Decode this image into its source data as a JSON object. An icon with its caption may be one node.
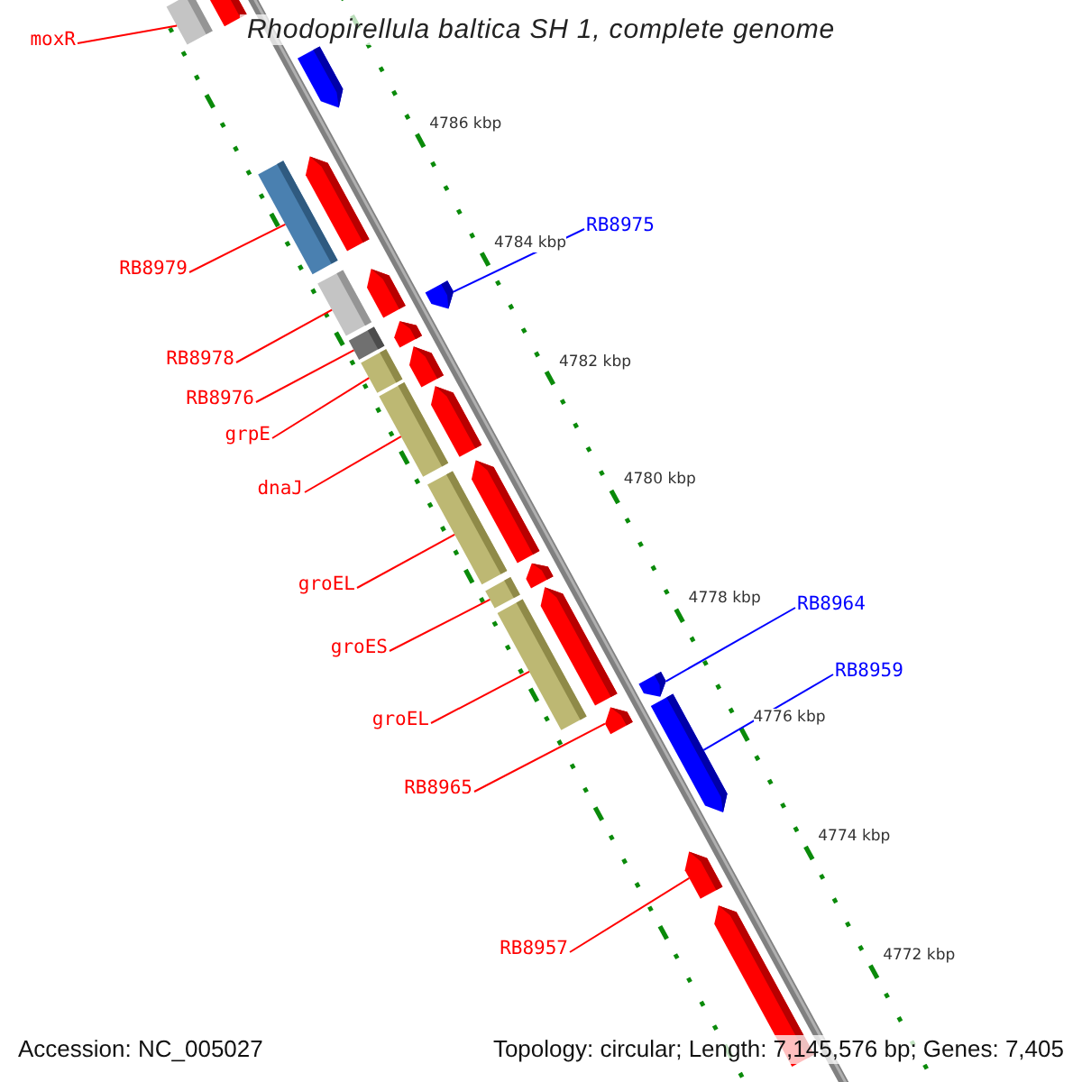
{
  "diagram": {
    "title": "Rhodopirellula baltica SH 1, complete genome",
    "nodes": [
      {
        "text": [],
        "shape": "bar"
      },
      {
        "text": [],
        "shape": "arrow"
      },
      {
        "text": [],
        "shape": "arrow"
      },
      {
        "text": [],
        "shape": "bar"
      },
      {
        "text": [],
        "shape": "arrow"
      },
      {
        "text": [],
        "shape": "arrow"
      },
      {
        "text": [],
        "shape": "bar"
      },
      {
        "text": [],
        "shape": "arrow"
      },
      {
        "text": [],
        "shape": "bar"
      },
      {
        "text": [],
        "shape": "arrow"
      },
      {
        "text": [],
        "shape": "bar"
      },
      {
        "text": [],
        "shape": "arrow"
      },
      {
        "text": [],
        "shape": "bar"
      },
      {
        "text": [],
        "shape": "arrow"
      },
      {
        "text": [],
        "shape": "bar"
      },
      {
        "text": [],
        "shape": "arrow"
      },
      {
        "text": [],
        "shape": "bar"
      },
      {
        "text": [],
        "shape": "arrow"
      },
      {
        "text": [],
        "shape": "bar"
      },
      {
        "text": [],
        "shape": "arrow"
      },
      {
        "text": [],
        "shape": "arrow"
      },
      {
        "text": [],
        "shape": "arrow"
      },
      {
        "text": [],
        "shape": "arrow"
      },
      {
        "text": [],
        "shape": "arrow"
      },
      {
        "text": [],
        "shape": "arrow"
      },
      {
        "text": [
          "moxR"
        ]
      },
      {
        "text": [
          "RB8979"
        ]
      },
      {
        "text": [
          "RB8975"
        ]
      },
      {
        "text": [
          "RB8978"
        ]
      },
      {
        "text": [
          "RB8976"
        ]
      },
      {
        "text": [
          "grpE"
        ]
      },
      {
        "text": [
          "dnaJ"
        ]
      },
      {
        "text": [
          "groEL"
        ]
      },
      {
        "text": [
          "groES"
        ]
      },
      {
        "text": [
          "RB8964"
        ]
      },
      {
        "text": [
          "RB8959"
        ]
      },
      {
        "text": [
          "groEL"
        ]
      },
      {
        "text": [
          "RB8965"
        ]
      },
      {
        "text": [
          "RB8957"
        ]
      }
    ],
    "edges": [
      {
        "from": 25,
        "to": 0,
        "arrow": "none"
      },
      {
        "from": 26,
        "to": 3,
        "arrow": "none"
      },
      {
        "from": 27,
        "to": 5,
        "arrow": "none",
        "color": "#0000ff"
      },
      {
        "from": 28,
        "to": 6,
        "arrow": "none"
      },
      {
        "from": 29,
        "to": 8,
        "arrow": "none"
      },
      {
        "from": 30,
        "to": 10,
        "arrow": "none"
      },
      {
        "from": 31,
        "to": 12,
        "arrow": "none"
      },
      {
        "from": 32,
        "to": 14,
        "arrow": "none"
      },
      {
        "from": 33,
        "to": 16,
        "arrow": "none"
      },
      {
        "from": 34,
        "to": 20,
        "arrow": "none",
        "color": "#0000ff"
      },
      {
        "from": 35,
        "to": 22,
        "arrow": "none",
        "color": "#0000ff"
      },
      {
        "from": 36,
        "to": 18,
        "arrow": "none"
      },
      {
        "from": 37,
        "to": 21,
        "arrow": "none"
      },
      {
        "from": 38,
        "to": 23,
        "arrow": "none"
      }
    ],
    "labels": [
      "4786 kbp",
      "4784 kbp",
      "4782 kbp",
      "4780 kbp",
      "4778 kbp",
      "4776 kbp",
      "4774 kbp",
      "4772 kbp",
      "Accession: NC_005027",
      "Topology: circular; Length: 7,145,576 bp; Genes: 7,405"
    ]
  }
}
